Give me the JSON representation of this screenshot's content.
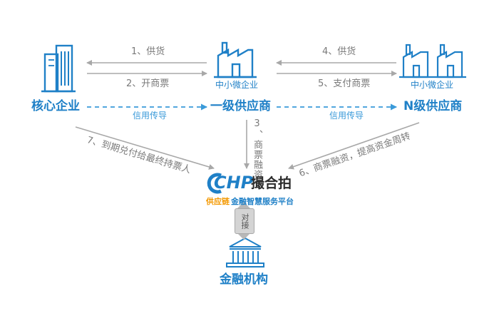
{
  "nodes": {
    "core": {
      "title": "核心企业"
    },
    "tier1": {
      "caption": "中小微企业",
      "title": "一级供应商"
    },
    "tierN": {
      "caption": "中小微企业",
      "title": "N级供应商"
    },
    "platform": {
      "brand_latin": "CHP",
      "brand_cn": "撮合拍",
      "tagline_orange": "供应链",
      "tagline_blue": "金融智慧服务平台"
    },
    "bank": {
      "title": "金融机构"
    }
  },
  "flows": {
    "f1": "1、供货",
    "f2": "2、开商票",
    "f3": "3、商票融资",
    "f4": "4、供货",
    "f5": "5、支付商票",
    "f6": "6、商票融资，提高资金周转",
    "f7": "7、到期兑付给最终持票人",
    "credit_left": "信用传导",
    "credit_right": "信用传导",
    "dock": "对接"
  },
  "colors": {
    "primary_blue": "#1f80c7",
    "light_blue": "#3a9ad9",
    "arrow_grey": "#a8a8a8",
    "orange": "#f39800"
  }
}
